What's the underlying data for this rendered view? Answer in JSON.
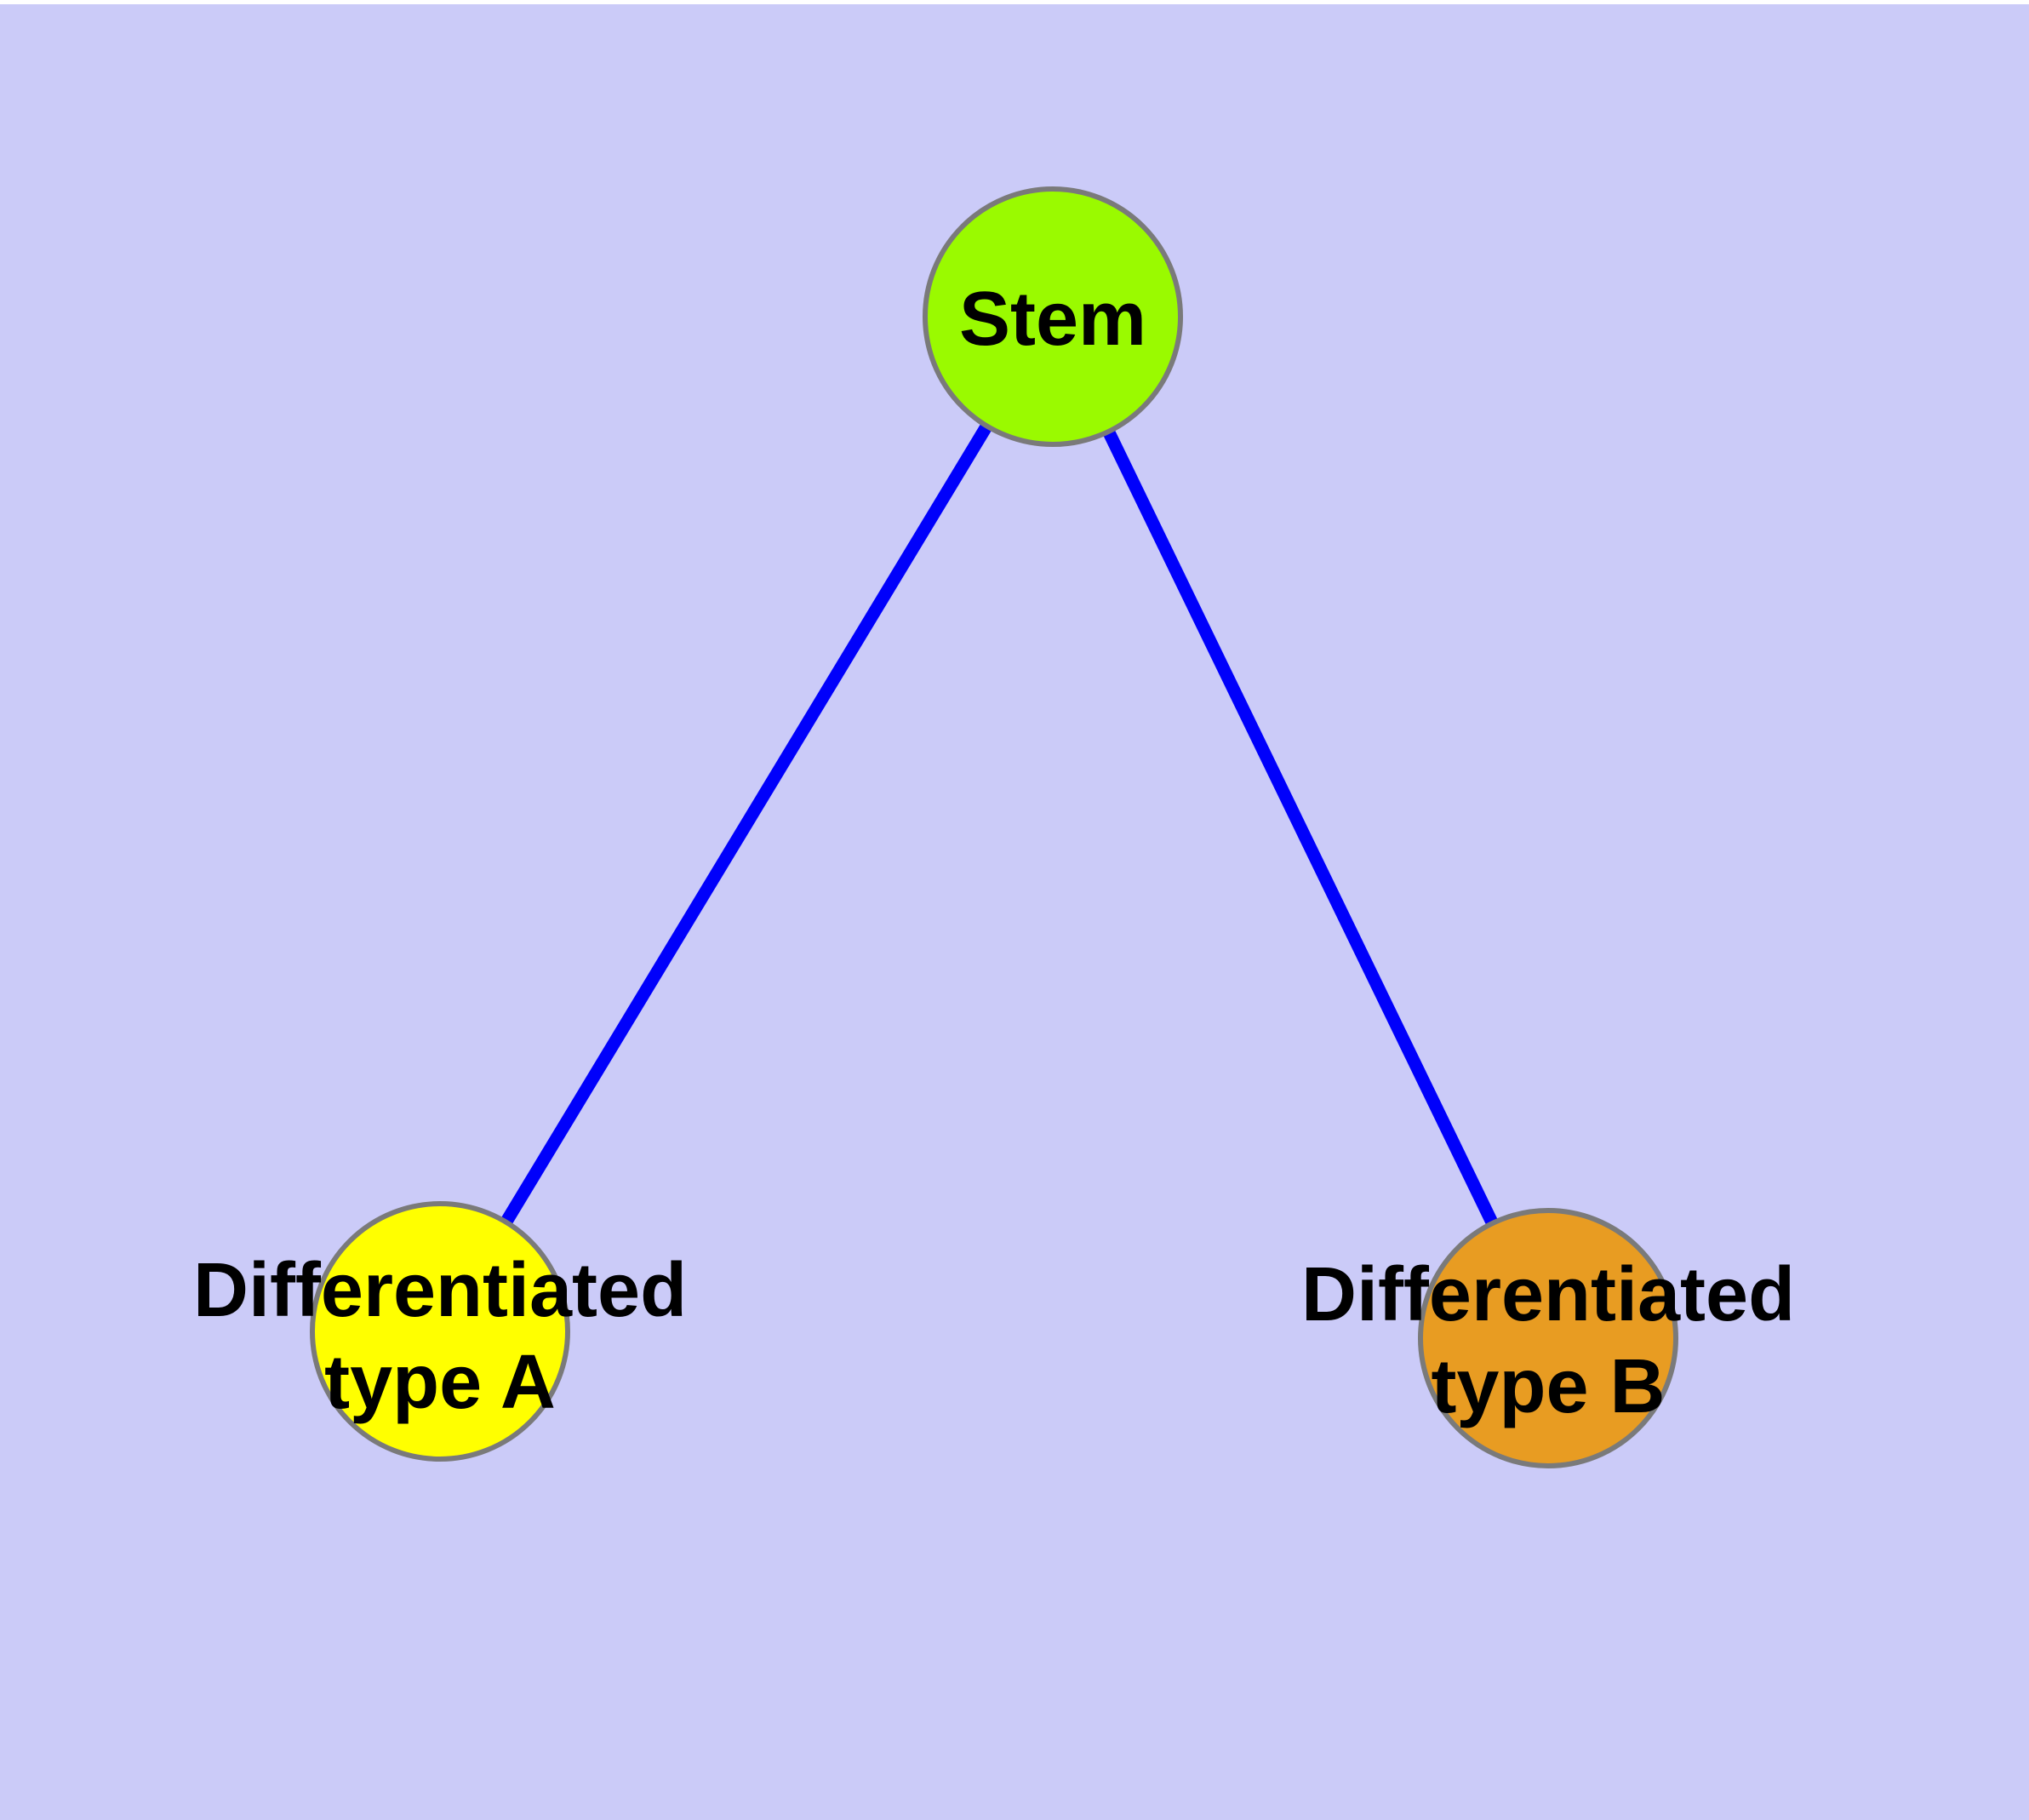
{
  "diagram": {
    "type": "graph",
    "nodes": [
      {
        "id": "stem",
        "label": "Stem",
        "lines": [
          "Stem"
        ],
        "fill": "#9AFA00"
      },
      {
        "id": "type_a",
        "label": "Differentiated type A",
        "lines": [
          "Differentiated",
          "type A"
        ],
        "fill": "#FFFF00"
      },
      {
        "id": "type_b",
        "label": "Differentiated type B",
        "lines": [
          "Differentiated",
          "type B"
        ],
        "fill": "#E89C22"
      }
    ],
    "edges": [
      {
        "from": "stem",
        "to": "type_a"
      },
      {
        "from": "stem",
        "to": "type_b"
      }
    ],
    "colors": {
      "background": "#CBCBF8",
      "top_strip": "#FFFFFF",
      "node_border": "#7A7A7A",
      "edge": "#0000FB",
      "text": "#000000"
    }
  }
}
